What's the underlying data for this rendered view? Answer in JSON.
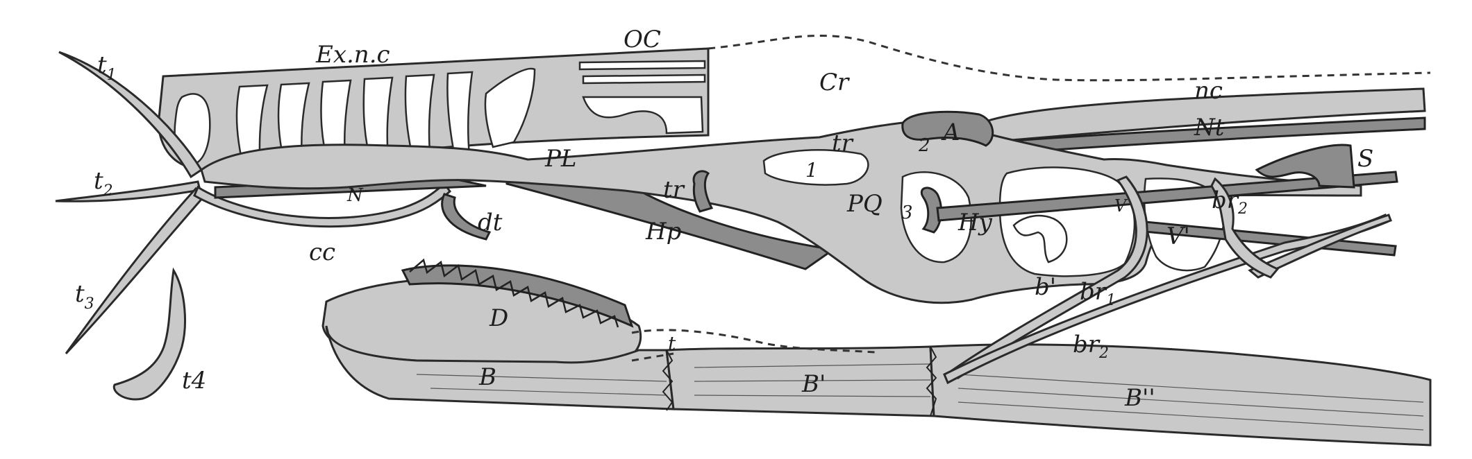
{
  "labels": {
    "t1": "t",
    "t1_sub": "1",
    "t2": "t",
    "t2_sub": "2",
    "t3": "t",
    "t3_sub": "3",
    "t4": "t4",
    "exnc": "Ex.n.c",
    "oc": "OC",
    "cr": "Cr",
    "nc": "nc",
    "nt": "Nt",
    "a": "A",
    "two": "2",
    "tr_upper": "tr",
    "one": "1",
    "pl": "PL",
    "n": "N",
    "tr_lower": "tr",
    "dt": "dt",
    "hp": "Hp",
    "cc": "cc",
    "pq": "PQ",
    "three": "3",
    "hy": "Hy",
    "v": "V",
    "v_prime": "V'",
    "s": "S",
    "br2_upper": "br",
    "br2_upper_sub": "2",
    "b_prime_small": "b'",
    "br1": "br",
    "br1_sub": "1",
    "br2_lower": "br",
    "br2_lower_sub": "2",
    "d": "D",
    "t_dashed": "t",
    "b": "B",
    "b_prime": "B'",
    "b_double_prime": "B''"
  }
}
